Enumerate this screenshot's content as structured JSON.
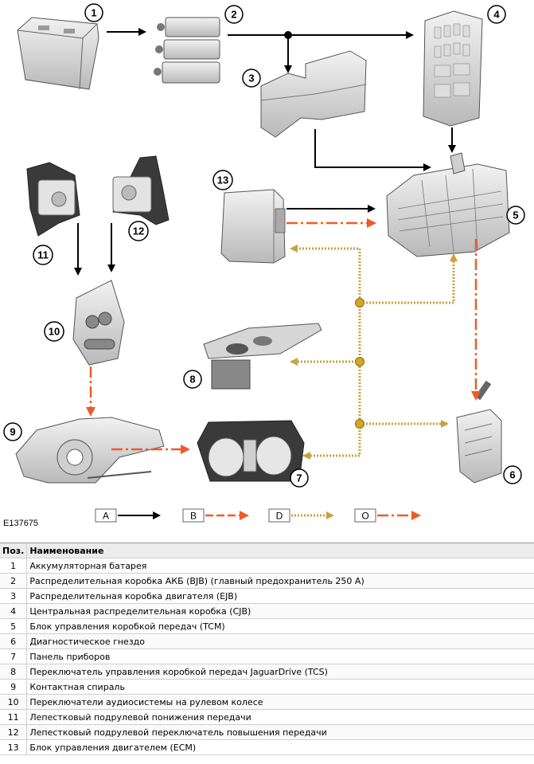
{
  "figure_id": "E137675",
  "colors": {
    "arrow_a": "#000000",
    "arrow_b": "#f05a28",
    "arrow_d": "#c8a23a",
    "arrow_o": "#f05a28",
    "node": "#d4a52a"
  },
  "callouts": [
    "1",
    "2",
    "3",
    "4",
    "5",
    "6",
    "7",
    "8",
    "9",
    "10",
    "11",
    "12",
    "13"
  ],
  "legend": [
    {
      "label": "A",
      "style": "solid-black"
    },
    {
      "label": "B",
      "style": "dashed-orange"
    },
    {
      "label": "D",
      "style": "dotted-gold"
    },
    {
      "label": "O",
      "style": "dash-dot-orange"
    }
  ],
  "table": {
    "headers": {
      "pos": "Поз.",
      "name": "Наименование"
    },
    "rows": [
      {
        "pos": "1",
        "name": "Аккумуляторная батарея"
      },
      {
        "pos": "2",
        "name": "Распределительная коробка АКБ (BJB) (главный предохранитель 250 А)"
      },
      {
        "pos": "3",
        "name": "Распределительная коробка двигателя (EJB)"
      },
      {
        "pos": "4",
        "name": "Центральная распределительная коробка (CJB)"
      },
      {
        "pos": "5",
        "name": "Блок управления коробкой передач (TCM)"
      },
      {
        "pos": "6",
        "name": "Диагностическое гнездо"
      },
      {
        "pos": "7",
        "name": "Панель приборов"
      },
      {
        "pos": "8",
        "name": "Переключатель управления коробкой передач JaguarDrive (TCS)"
      },
      {
        "pos": "9",
        "name": "Контактная спираль"
      },
      {
        "pos": "10",
        "name": "Переключатели аудиосистемы на рулевом колесе"
      },
      {
        "pos": "11",
        "name": "Лепестковый подрулевой понижения передачи"
      },
      {
        "pos": "12",
        "name": "Лепестковый подрулевой переключатель повышения передачи"
      },
      {
        "pos": "13",
        "name": "Блок управления двигателем (ECM)"
      }
    ]
  }
}
